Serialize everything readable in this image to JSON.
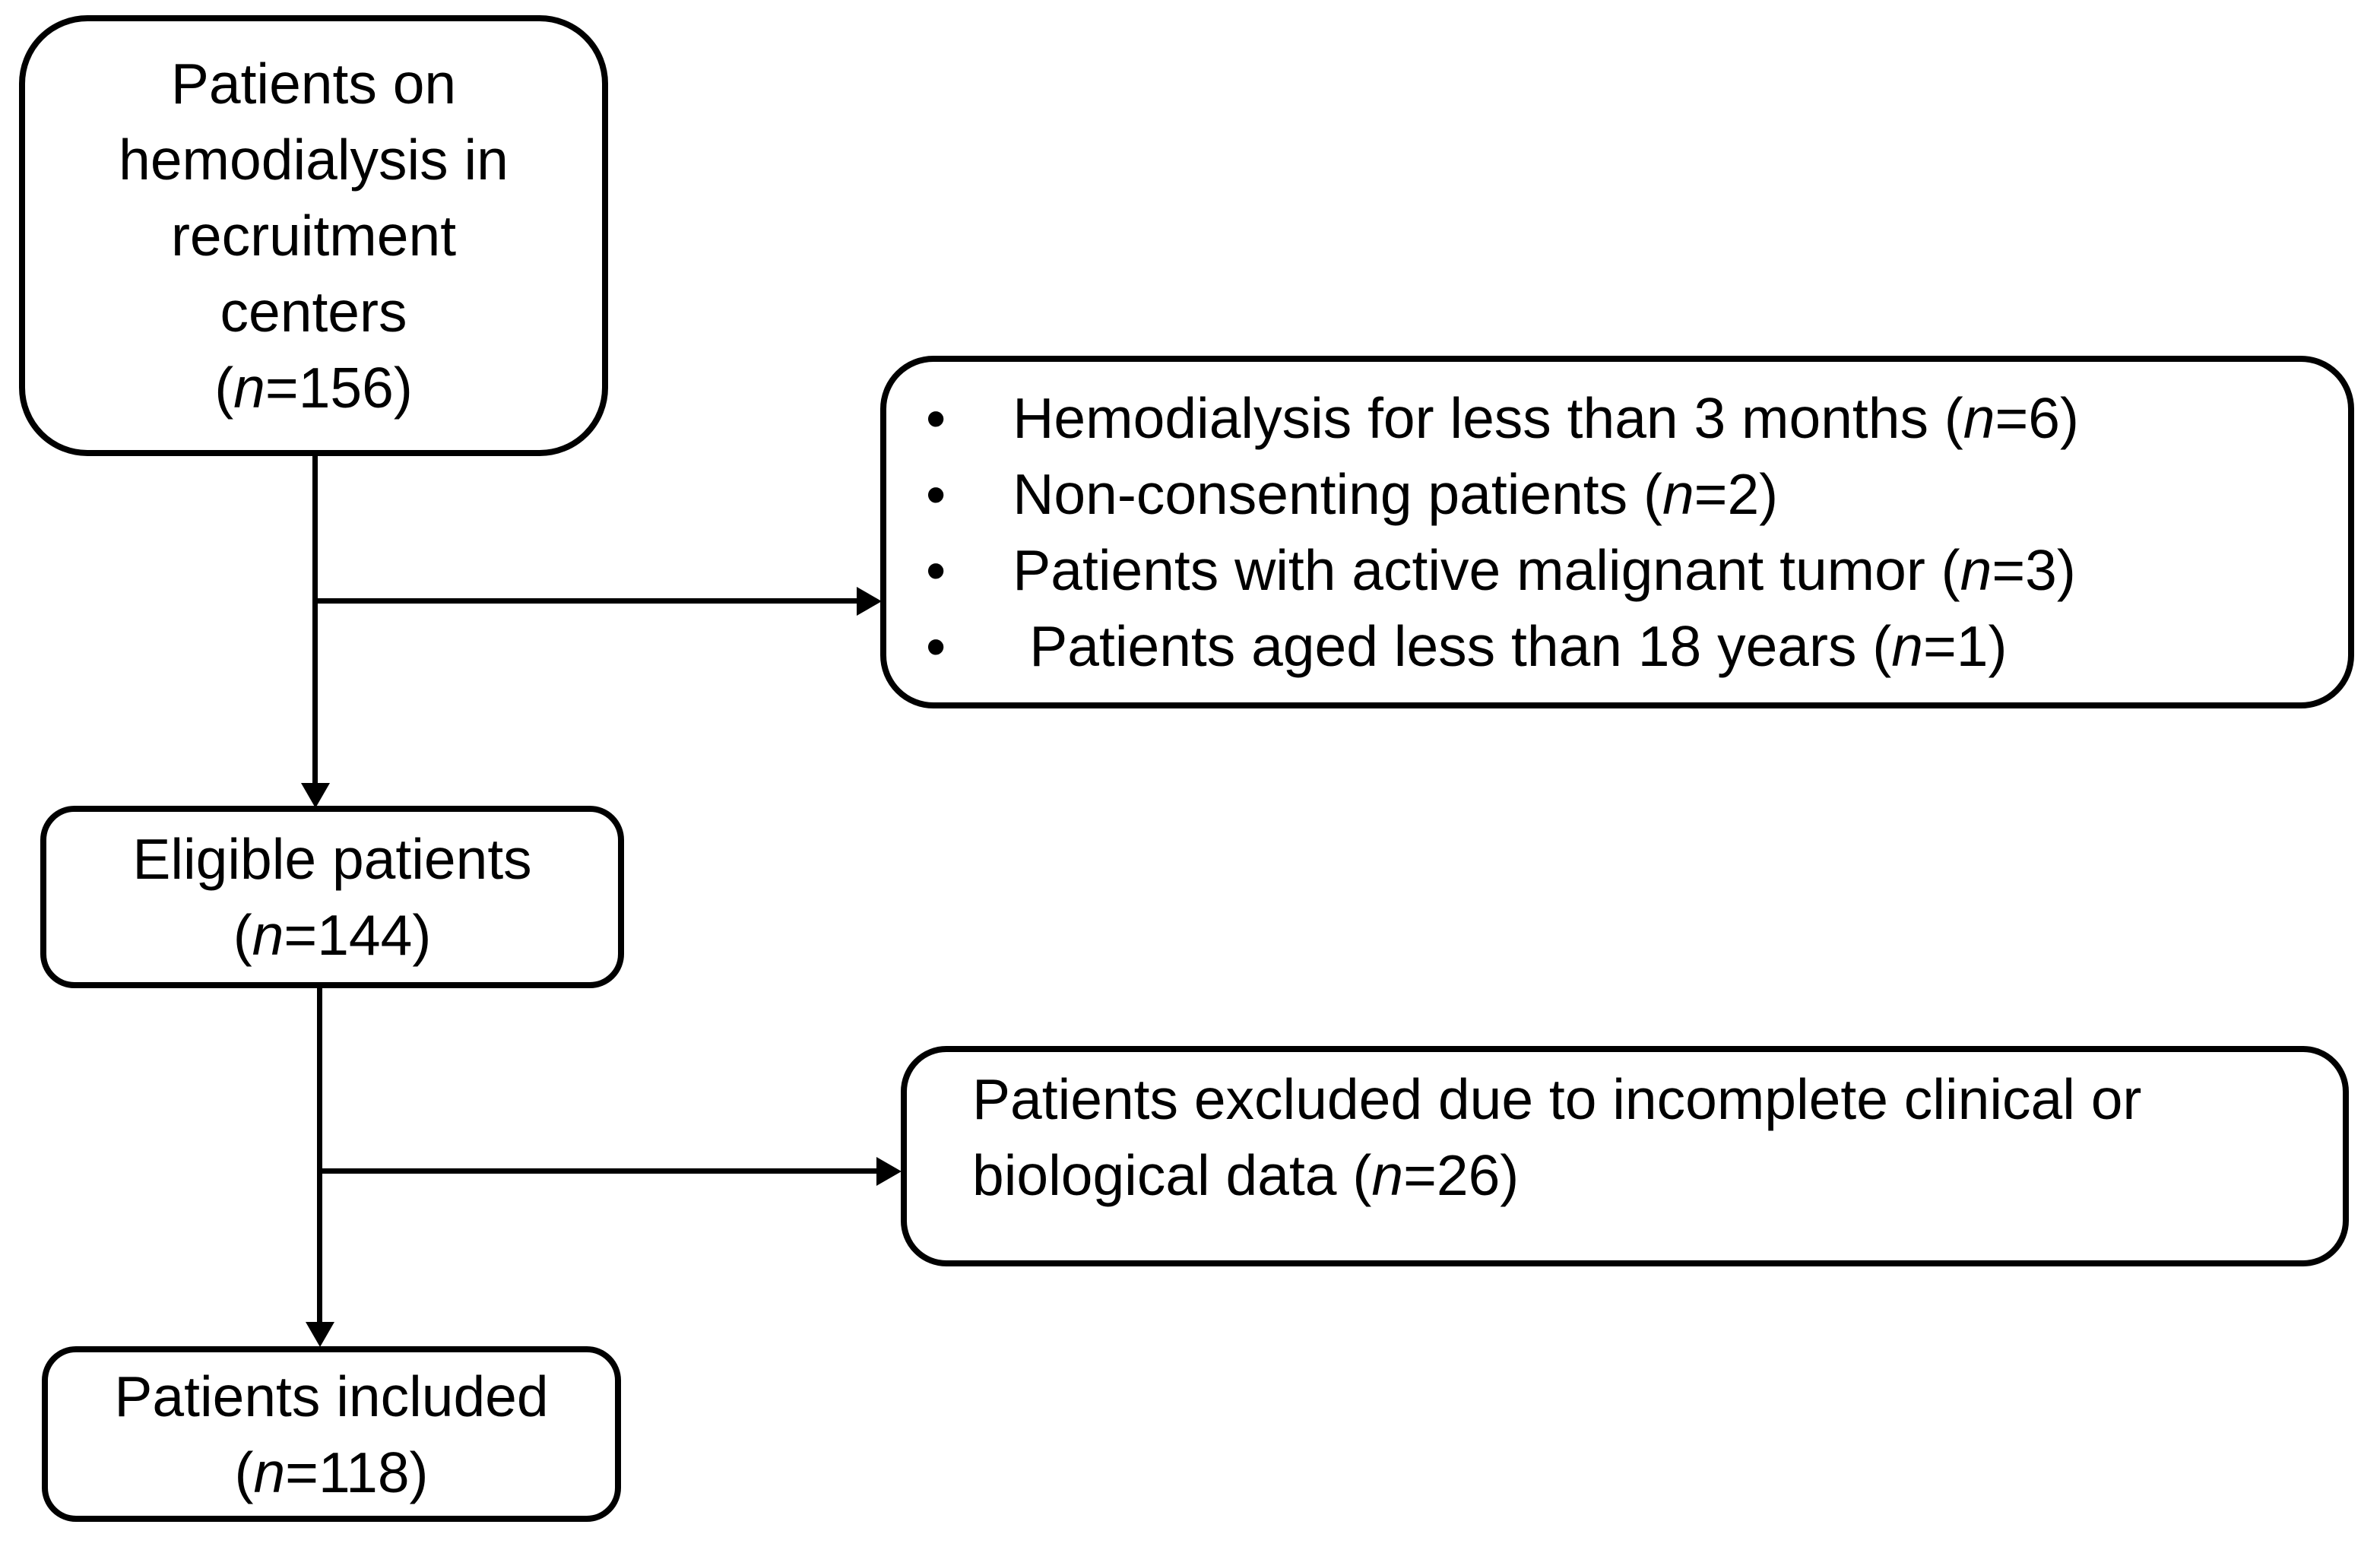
{
  "colors": {
    "ink": "#000000",
    "paper": "#ffffff"
  },
  "flowchart": {
    "source_box": {
      "lines": [
        "Patients on",
        "hemodialysis in",
        "recruitment",
        "centers"
      ],
      "count_pre": "(",
      "count_n": "n",
      "count_post": "=156)"
    },
    "exclusion_box": {
      "bullet_glyph": "•",
      "items": [
        {
          "label": "Hemodialysis for less than 3 months (",
          "n": "n",
          "post": "=6)"
        },
        {
          "label": "Non-consenting patients (",
          "n": "n",
          "post": "=2)"
        },
        {
          "label": "Patients with active malignant tumor (",
          "n": "n",
          "post": "=3)"
        },
        {
          "label": "Patients aged less than 18 years (",
          "n": "n",
          "post": "=1)"
        }
      ]
    },
    "eligible_box": {
      "label": "Eligible patients",
      "count_pre": "(",
      "count_n": "n",
      "count_post": "=144)"
    },
    "excluded_box": {
      "line1": "Patients excluded due to incomplete clinical or",
      "line2_pre": "biological data (",
      "n": "n",
      "post": "=26)"
    },
    "included_box": {
      "label": "Patients included",
      "count_pre": "(",
      "count_n": "n",
      "count_post": "=118)"
    }
  }
}
